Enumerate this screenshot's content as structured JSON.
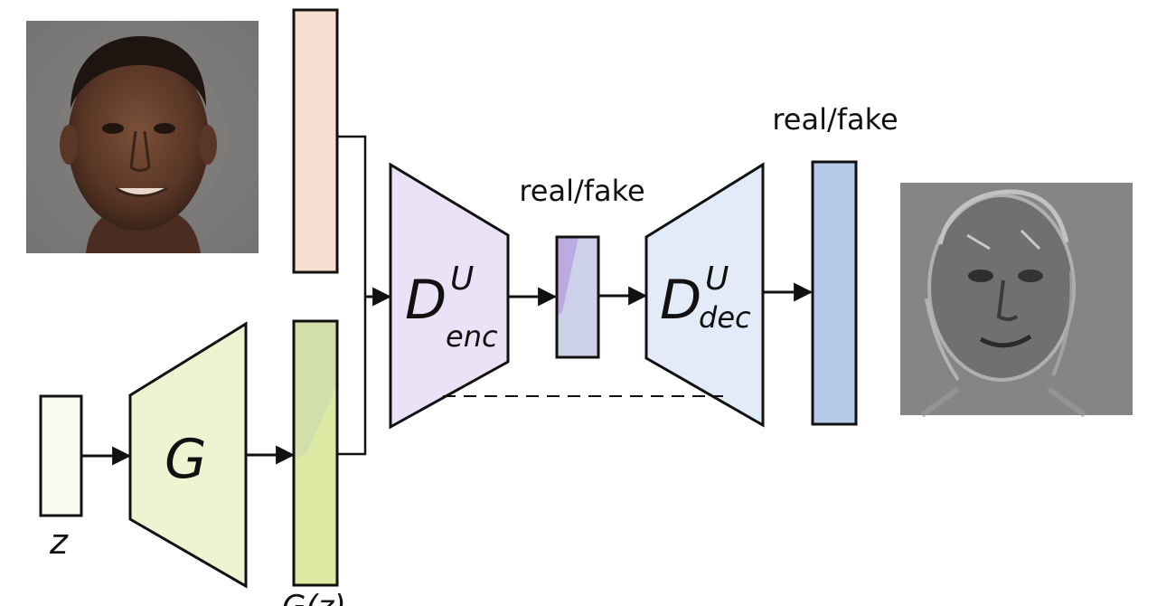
{
  "nodes": {
    "z": {
      "label": "z",
      "color": "#f7fbf0"
    },
    "generator": {
      "label": "G",
      "color": "#eef3d2"
    },
    "generated_sample": {
      "label": "G(z)",
      "color": "#dce9a3"
    },
    "real_sample": {
      "color": "#f8ddd1"
    },
    "encoder": {
      "label_main": "D",
      "label_sup": "U",
      "label_sub": "enc",
      "color": "#ece2f7"
    },
    "bottleneck": {
      "color": "#cdd1ea"
    },
    "decoder": {
      "label_main": "D",
      "label_sup": "U",
      "label_sub": "dec",
      "color": "#e3eaf8"
    },
    "pixel_output": {
      "color": "#b6cbe9"
    }
  },
  "labels": {
    "bottleneck_output": "real/fake",
    "pixel_output": "real/fake"
  },
  "images": {
    "face_photo": {
      "description_icon": "face-photo"
    },
    "pixel_map": {
      "description_icon": "pixelwise-decision-map"
    }
  }
}
